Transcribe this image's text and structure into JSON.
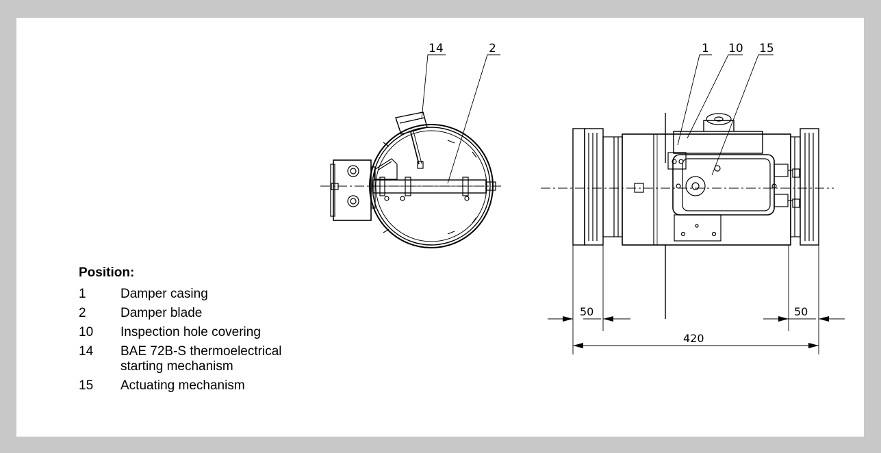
{
  "legend": {
    "title": "Position:",
    "items": [
      {
        "num": "1",
        "desc": "Damper casing"
      },
      {
        "num": "2",
        "desc": "Damper blade"
      },
      {
        "num": "10",
        "desc": "Inspection hole covering"
      },
      {
        "num": "14",
        "desc": "BAE 72B-S thermoelectrical starting mechanism"
      },
      {
        "num": "15",
        "desc": "Actuating mechanism"
      }
    ]
  },
  "callouts": {
    "front": [
      "14",
      "2"
    ],
    "side": [
      "1",
      "10",
      "15"
    ]
  },
  "dimensions": {
    "left_collar": "50",
    "right_collar": "50",
    "overall_length": "420"
  }
}
